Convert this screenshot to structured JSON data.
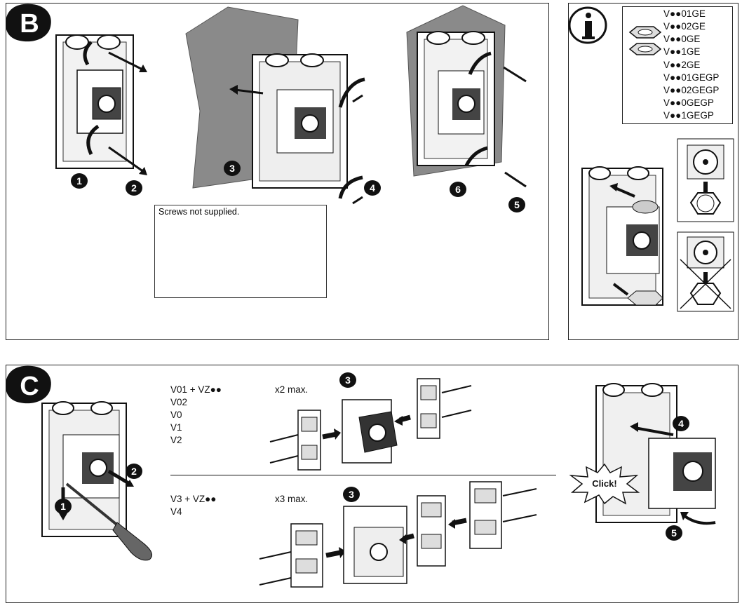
{
  "section_b": {
    "letter": "B",
    "steps": [
      "1",
      "2",
      "3",
      "4",
      "5",
      "6"
    ],
    "note": "Screws not supplied."
  },
  "info": {
    "icon": "info-icon",
    "codes": [
      "V●●01GE",
      "V●●02GE",
      "V●●0GE",
      "V●●1GE",
      "V●●2GE",
      "V●●01GEGP",
      "V●●02GEGP",
      "V●●0GEGP",
      "V●●1GEGP"
    ]
  },
  "section_c": {
    "letter": "C",
    "steps": [
      "1",
      "2",
      "3",
      "3",
      "4",
      "5"
    ],
    "group1": {
      "models": [
        "V01 + VZ●●",
        "V02",
        "V0",
        "V1",
        "V2"
      ],
      "max": "x2 max."
    },
    "group2": {
      "models": [
        "V3 + VZ●●",
        "V4"
      ],
      "max": "x3 max."
    },
    "click": "Click!"
  },
  "colors": {
    "ink": "#111111",
    "wall": "#8a8a8a",
    "frame": "#222222",
    "bg": "#ffffff"
  }
}
